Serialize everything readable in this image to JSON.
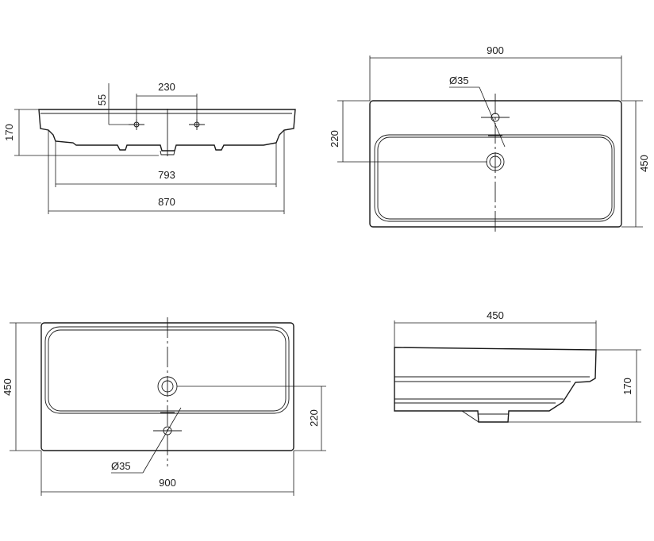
{
  "drawing": {
    "front_view": {
      "tap_hole_offset": "55",
      "tap_hole_spacing": "230",
      "height": "170",
      "inner_width": "793",
      "overall_width": "870"
    },
    "top_view_tap": {
      "width": "900",
      "hole_diameter": "Ø35",
      "hole_offset": "220",
      "depth": "450"
    },
    "top_view_bottom": {
      "depth": "450",
      "hole_offset": "220",
      "hole_diameter": "Ø35",
      "width": "900"
    },
    "side_view": {
      "depth": "450",
      "height": "170"
    }
  }
}
